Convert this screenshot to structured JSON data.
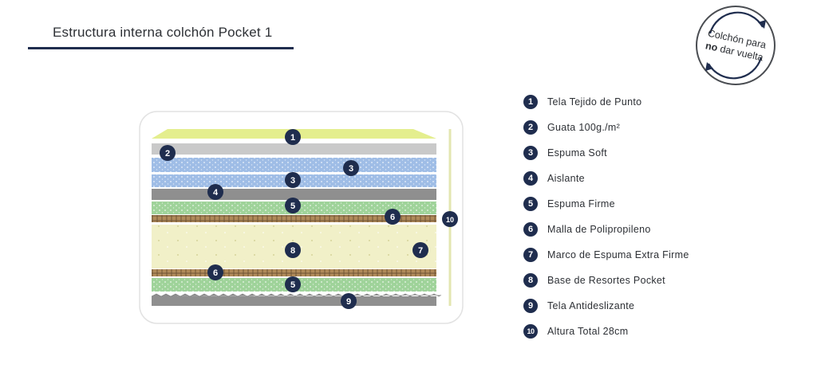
{
  "title": "Estructura interna colchón Pocket 1",
  "badge": {
    "line1": "Colchón para",
    "line2_bold": "no",
    "line2_rest": " dar vuelta"
  },
  "legend": [
    {
      "num": "1",
      "label": "Tela Tejido de Punto"
    },
    {
      "num": "2",
      "label": "Guata 100g./m²"
    },
    {
      "num": "3",
      "label": "Espuma Soft"
    },
    {
      "num": "4",
      "label": "Aislante"
    },
    {
      "num": "5",
      "label": "Espuma Firme"
    },
    {
      "num": "6",
      "label": "Malla de Polipropileno"
    },
    {
      "num": "7",
      "label": "Marco de Espuma Extra Firme"
    },
    {
      "num": "8",
      "label": "Base de Resortes Pocket"
    },
    {
      "num": "9",
      "label": "Tela Antideslizante"
    },
    {
      "num": "10",
      "label": "Altura Total 28cm"
    }
  ],
  "markers": {
    "m1": "1",
    "m2": "2",
    "m3a": "3",
    "m3b": "3",
    "m4": "4",
    "m5a": "5",
    "m6a": "6",
    "m10": "10",
    "m8": "8",
    "m7": "7",
    "m6b": "6",
    "m5b": "5",
    "m9": "9"
  },
  "colors": {
    "navy": "#1f2d4e",
    "top_layer": "#e4ee8e",
    "soft_foam": "#9fbde6",
    "firm_foam": "#9fd39a",
    "insulator": "#8f8f8f",
    "frame": "#f1f0c8"
  }
}
